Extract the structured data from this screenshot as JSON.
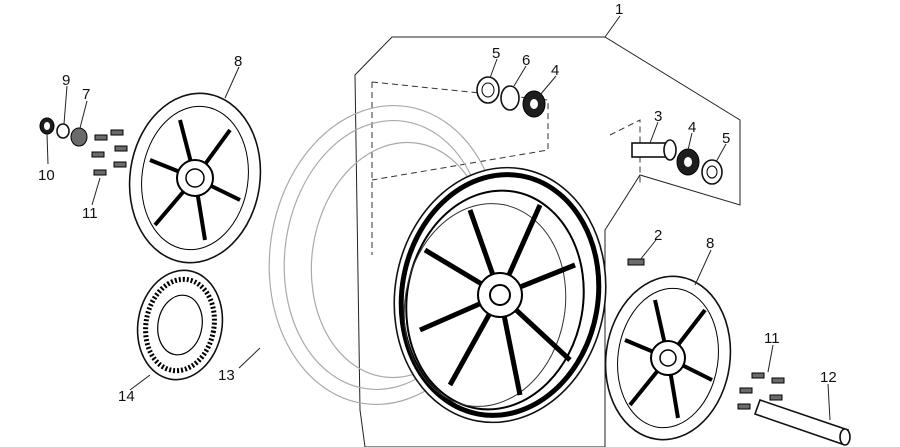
{
  "diagram": {
    "callouts": [
      {
        "id": "c1",
        "label": "1"
      },
      {
        "id": "c2",
        "label": "2"
      },
      {
        "id": "c3",
        "label": "3"
      },
      {
        "id": "c4a",
        "label": "4"
      },
      {
        "id": "c4b",
        "label": "4"
      },
      {
        "id": "c5a",
        "label": "5"
      },
      {
        "id": "c5b",
        "label": "5"
      },
      {
        "id": "c6",
        "label": "6"
      },
      {
        "id": "c7",
        "label": "7"
      },
      {
        "id": "c8a",
        "label": "8"
      },
      {
        "id": "c8b",
        "label": "8"
      },
      {
        "id": "c9",
        "label": "9"
      },
      {
        "id": "c10",
        "label": "10"
      },
      {
        "id": "c11a",
        "label": "11"
      },
      {
        "id": "c11b",
        "label": "11"
      },
      {
        "id": "c12",
        "label": "12"
      },
      {
        "id": "c13",
        "label": "13"
      },
      {
        "id": "c14",
        "label": "14"
      }
    ]
  }
}
